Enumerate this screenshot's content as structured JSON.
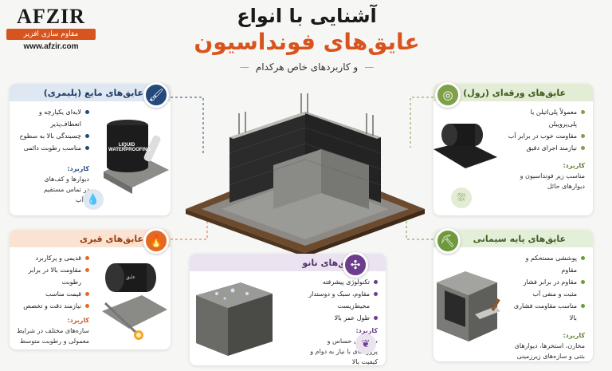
{
  "brand": {
    "name": "AFZIR",
    "tagline": "مقاوم سازی افزیر",
    "url": "www.afzir.com"
  },
  "header": {
    "line1": "آشنایی با انواع",
    "line2": "عایق‌های فونداسیون",
    "line3": "و کاربردهای خاص هرکدام"
  },
  "cards": {
    "liquid": {
      "title": "عایق‌های مایع (پلیمری)",
      "bullets": [
        "لایه‌ای یکپارچه و انعطاف‌پذیر",
        "چسبندگی بالا به سطوح",
        "مناسب رطوبت دائمی"
      ],
      "use_label": "کاربرد:",
      "use_text": "دیوارها و کف‌های در تماس مستقیم با آب",
      "bucket_label": "LIQUID WATERPROOFING",
      "accent": "#244a7a"
    },
    "sheet": {
      "title": "عایق‌های ورقه‌ای (رول)",
      "bullets": [
        "معمولاً پلی‌اتیلن یا پلی‌پروپیلن",
        "مقاومت خوب در برابر آب",
        "نیازمند اجرای دقیق"
      ],
      "use_label": "کاربرد:",
      "use_text": "مناسب زیر فونداسیون و دیوارهای حائل",
      "accent": "#7fa04a"
    },
    "bitumen": {
      "title": "عایق‌های قیری",
      "bullets": [
        "قدیمی و پرکاربرد",
        "مقاومت بالا در برابر رطوبت",
        "قیمت مناسب",
        "نیازمند دقت و تخصص"
      ],
      "use_label": "کاربرد:",
      "use_text": "سازه‌های مختلف در شرایط معمولی و رطوبت متوسط",
      "roll_label": "عایق",
      "accent": "#e36a22"
    },
    "nano": {
      "title": "عایق‌های نانو",
      "bullets": [
        "تکنولوژی پیشرفته",
        "مقاوم، سبک و دوستدار محیط‌زیست",
        "طول عمر بالا"
      ],
      "use_label": "کاربرد:",
      "use_text": "سازه‌های حساس و پروژه‌های با نیاز به دوام و کیفیت بالا",
      "accent": "#6d3d8c"
    },
    "cement": {
      "title": "عایق‌های پایه سیمانی",
      "bullets": [
        "پوششی مستحکم و مقاوم",
        "مقاوم در برابر فشار مثبت و منفی آب",
        "مناسب مقاومت فشاری بالا"
      ],
      "use_label": "کاربرد:",
      "use_text": "مخازن، استخرها، دیوارهای بتنی و سازه‌های زیرزمینی",
      "accent": "#6f9a3c"
    }
  },
  "icons": {
    "liquid": "paint-roller-icon",
    "sheet": "roll-icon",
    "bitumen": "flame-icon",
    "nano": "molecule-icon",
    "cement": "trowel-icon",
    "liquid_use": "water-drop-icon",
    "sheet_use": "foundation-water-icon",
    "nano_use": "leaf-icon"
  }
}
